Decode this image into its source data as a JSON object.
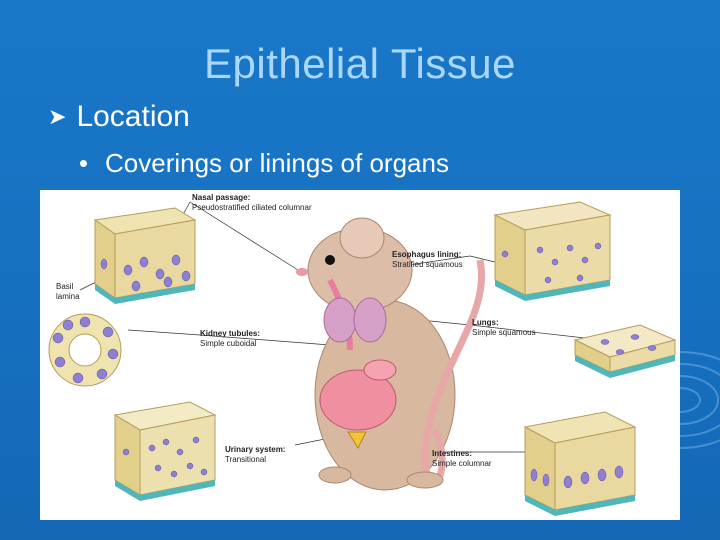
{
  "slide": {
    "title": "Epithelial Tissue",
    "bullet_level1": "Location",
    "bullet_level2": "Coverings or linings of organs"
  },
  "figure": {
    "labels": {
      "nasal_title": "Nasal passage:",
      "nasal_sub": "Pseudostratified ciliated columnar",
      "esoph_title": "Esophagus lining:",
      "esoph_sub": "Stratified squamous",
      "basil_line1": "Basil",
      "basil_line2": "lamina",
      "kidney_title": "Kidney tubules:",
      "kidney_sub": "Simple cuboidal",
      "lungs_title": "Lungs:",
      "lungs_sub": "Simple squamous",
      "urinary_title": "Urinary system:",
      "urinary_sub": "Transitional",
      "intestines_title": "Intestines:",
      "intestines_sub": "Simple columnar"
    }
  }
}
